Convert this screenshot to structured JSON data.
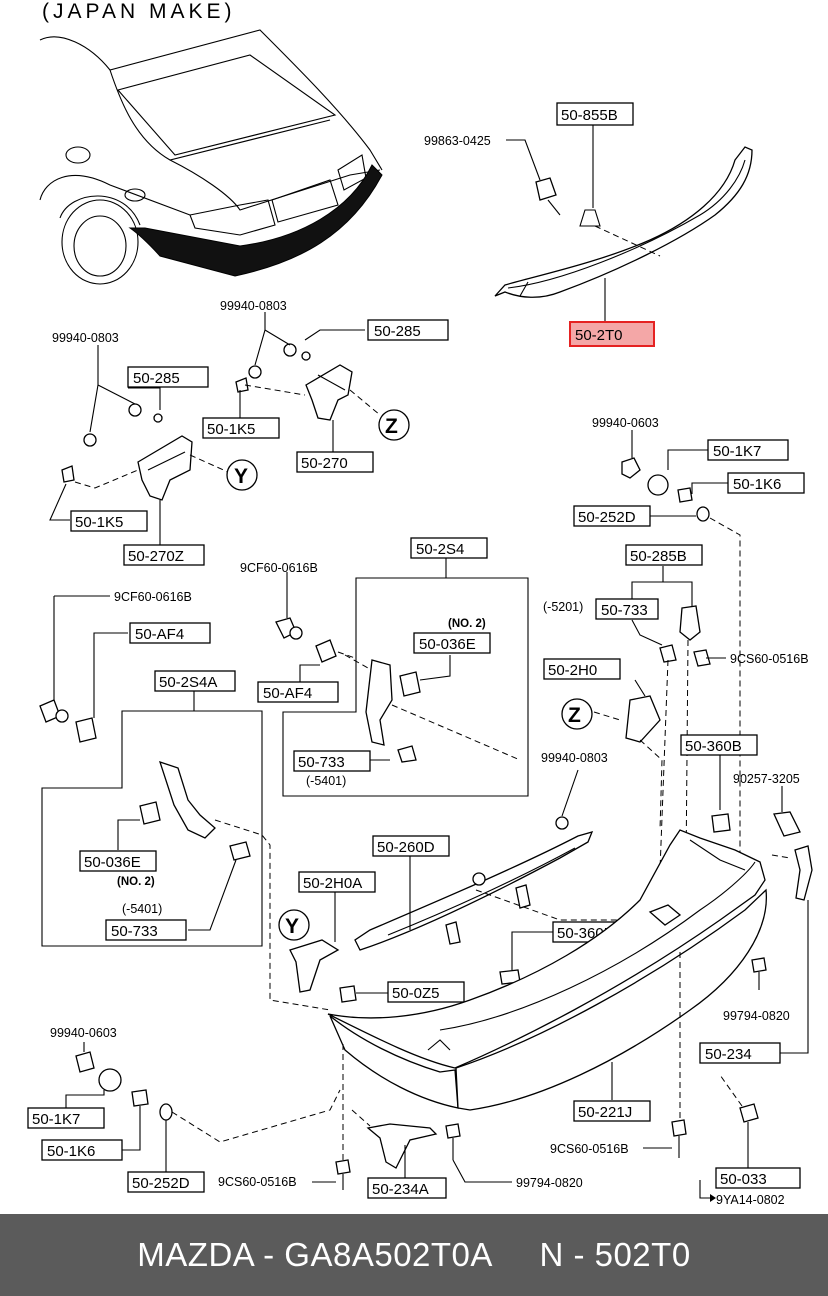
{
  "header_note": "(JAPAN MAKE)",
  "footer": {
    "text": "MAZDA - GA8A502T0A     N - 502T0"
  },
  "highlight_color": "#e52222",
  "callouts": {
    "c_855b": "50-855B",
    "c_2t0": "50-2T0",
    "c_99863": "99863-0425",
    "c_99940_a": "99940-0803",
    "c_285_a": "50-285",
    "c_1k5_a": "50-1K5",
    "c_270": "50-270",
    "z_a": "Z",
    "c_99940_b": "99940-0803",
    "c_285_b": "50-285",
    "c_1k5_b": "50-1K5",
    "c_270z": "50-270Z",
    "y_a": "Y",
    "c_99940_c": "99940-0603",
    "c_1k7_a": "50-1K7",
    "c_1k6_a": "50-1K6",
    "c_252d_a": "50-252D",
    "c_2s4": "50-2S4",
    "c_9cf60_a": "9CF60-0616B",
    "c_no2_a": "(NO. 2)",
    "c_036e_a": "50-036E",
    "c_af4_a": "50-AF4",
    "c_733_a": "50-733",
    "c_5401_a": "(-5401)",
    "c_9cf60_b": "9CF60-0616B",
    "c_af4_b": "50-AF4",
    "c_2s4a": "50-2S4A",
    "c_036e_b": "50-036E",
    "c_no2_b": "(NO. 2)",
    "c_5401_b": "(-5401)",
    "c_733_b": "50-733",
    "c_285b": "50-285B",
    "c_5201": "(-5201)",
    "c_733_c": "50-733",
    "c_9cs60_a": "9CS60-0516B",
    "c_2h0": "50-2H0",
    "z_b": "Z",
    "c_360b_a": "50-360B",
    "c_90257": "90257-3205",
    "c_99940_d": "99940-0803",
    "c_260d": "50-260D",
    "c_2h0a": "50-2H0A",
    "y_b": "Y",
    "c_360b_b": "50-360B",
    "c_0z5": "50-0Z5",
    "c_99794_a": "99794-0820",
    "c_234": "50-234",
    "c_221j": "50-221J",
    "c_99940_e": "99940-0603",
    "c_1k7_b": "50-1K7",
    "c_1k6_b": "50-1K6",
    "c_252d_b": "50-252D",
    "c_9cs60_b": "9CS60-0516B",
    "c_234a": "50-234A",
    "c_99794_b": "99794-0820",
    "c_9cs60_c": "9CS60-0516B",
    "c_033": "50-033",
    "c_9ya14": "9YA14-0802"
  }
}
